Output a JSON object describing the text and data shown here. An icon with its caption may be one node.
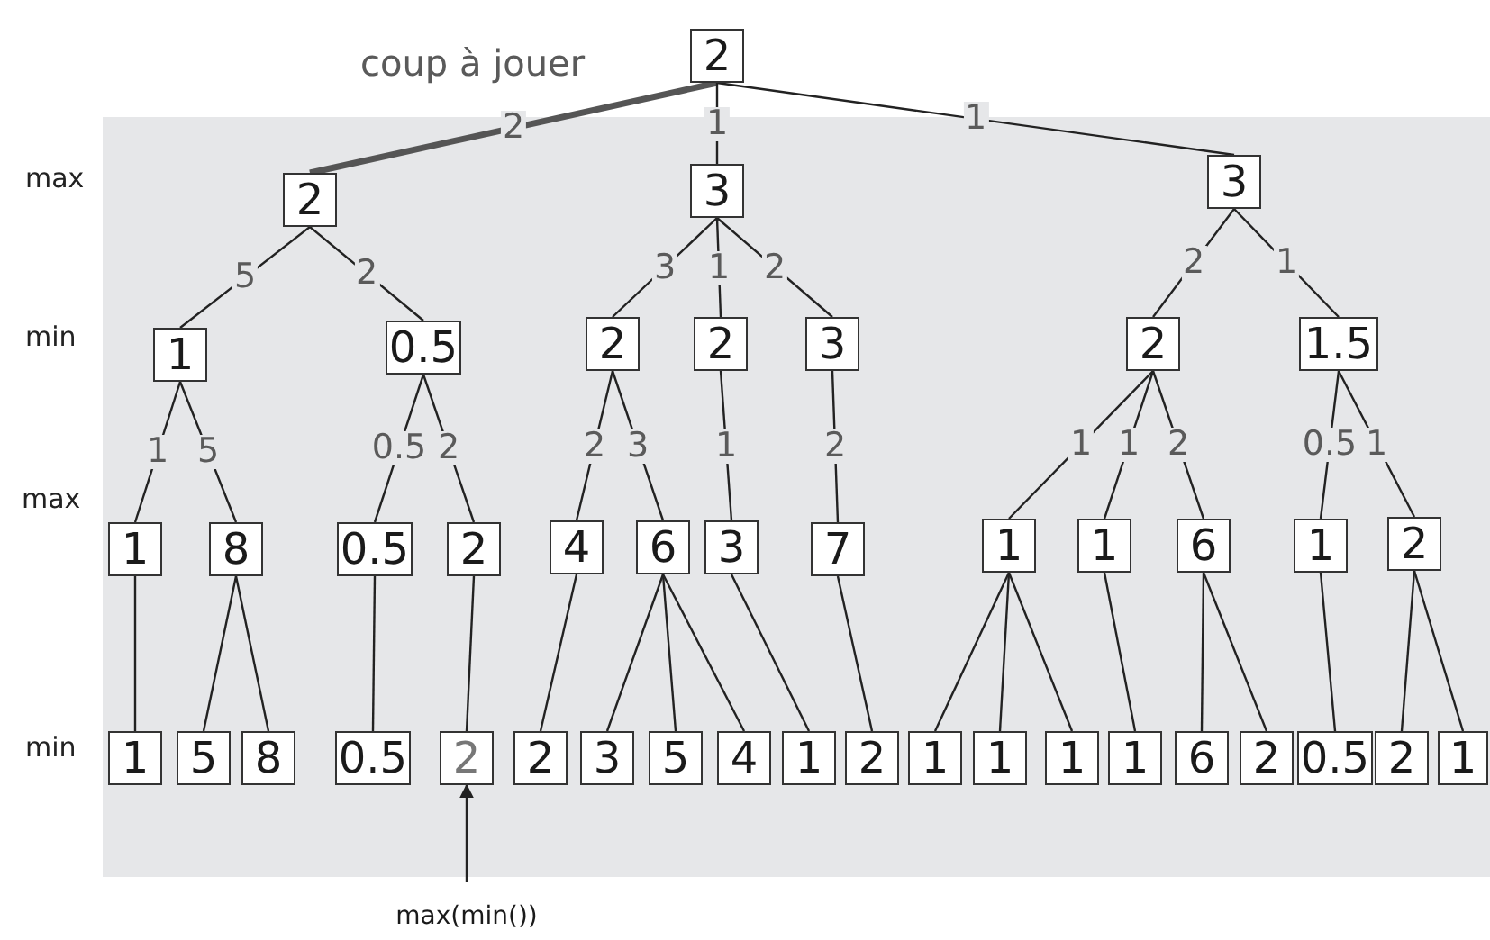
{
  "diagram": {
    "nodes": [
      {
        "text": [
          "2"
        ]
      },
      {
        "text": [
          "2"
        ]
      },
      {
        "text": [
          "3"
        ]
      },
      {
        "text": [
          "3"
        ]
      },
      {
        "text": [
          "1"
        ]
      },
      {
        "text": [
          "0.5"
        ]
      },
      {
        "text": [
          "2"
        ]
      },
      {
        "text": [
          "2"
        ]
      },
      {
        "text": [
          "3"
        ]
      },
      {
        "text": [
          "2"
        ]
      },
      {
        "text": [
          "1.5"
        ]
      },
      {
        "text": [
          "1"
        ]
      },
      {
        "text": [
          "8"
        ]
      },
      {
        "text": [
          "0.5"
        ]
      },
      {
        "text": [
          "2"
        ]
      },
      {
        "text": [
          "4"
        ]
      },
      {
        "text": [
          "6"
        ]
      },
      {
        "text": [
          "3"
        ]
      },
      {
        "text": [
          "7"
        ]
      },
      {
        "text": [
          "1"
        ]
      },
      {
        "text": [
          "1"
        ]
      },
      {
        "text": [
          "6"
        ]
      },
      {
        "text": [
          "1"
        ]
      },
      {
        "text": [
          "2"
        ]
      },
      {
        "text": [
          "1"
        ]
      },
      {
        "text": [
          "5"
        ]
      },
      {
        "text": [
          "8"
        ]
      },
      {
        "text": [
          "0.5"
        ]
      },
      {
        "text": [
          "2"
        ]
      },
      {
        "text": [
          "2"
        ]
      },
      {
        "text": [
          "3"
        ]
      },
      {
        "text": [
          "5"
        ]
      },
      {
        "text": [
          "4"
        ]
      },
      {
        "text": [
          "1"
        ]
      },
      {
        "text": [
          "2"
        ]
      },
      {
        "text": [
          "1"
        ]
      },
      {
        "text": [
          "1"
        ]
      },
      {
        "text": [
          "1"
        ]
      },
      {
        "text": [
          "1"
        ]
      },
      {
        "text": [
          "6"
        ]
      },
      {
        "text": [
          "2"
        ]
      },
      {
        "text": [
          "0.5"
        ]
      },
      {
        "text": [
          "2"
        ]
      },
      {
        "text": [
          "1"
        ]
      },
      {
        "text": [
          "max(min())"
        ]
      }
    ],
    "edges": [
      {
        "from": 0,
        "to": 1,
        "arrow": "none",
        "label": "2",
        "style": "thick",
        "color": "#555555"
      },
      {
        "from": 0,
        "to": 2,
        "arrow": "none",
        "label": "1"
      },
      {
        "from": 0,
        "to": 3,
        "arrow": "none",
        "label": "1"
      },
      {
        "from": 1,
        "to": 4,
        "arrow": "none",
        "label": "5"
      },
      {
        "from": 1,
        "to": 5,
        "arrow": "none",
        "label": "2"
      },
      {
        "from": 2,
        "to": 6,
        "arrow": "none",
        "label": "3"
      },
      {
        "from": 2,
        "to": 7,
        "arrow": "none",
        "label": "1"
      },
      {
        "from": 2,
        "to": 8,
        "arrow": "none",
        "label": "2"
      },
      {
        "from": 3,
        "to": 9,
        "arrow": "none",
        "label": "2"
      },
      {
        "from": 3,
        "to": 10,
        "arrow": "none",
        "label": "1"
      },
      {
        "from": 4,
        "to": 11,
        "arrow": "none",
        "label": "1"
      },
      {
        "from": 4,
        "to": 12,
        "arrow": "none",
        "label": "5"
      },
      {
        "from": 5,
        "to": 13,
        "arrow": "none",
        "label": "0.5"
      },
      {
        "from": 5,
        "to": 14,
        "arrow": "none",
        "label": "2"
      },
      {
        "from": 6,
        "to": 15,
        "arrow": "none",
        "label": "2"
      },
      {
        "from": 6,
        "to": 16,
        "arrow": "none",
        "label": "3"
      },
      {
        "from": 7,
        "to": 17,
        "arrow": "none",
        "label": "1"
      },
      {
        "from": 8,
        "to": 18,
        "arrow": "none",
        "label": "2"
      },
      {
        "from": 9,
        "to": 19,
        "arrow": "none",
        "label": "1"
      },
      {
        "from": 9,
        "to": 20,
        "arrow": "none",
        "label": "1"
      },
      {
        "from": 9,
        "to": 21,
        "arrow": "none",
        "label": "2"
      },
      {
        "from": 10,
        "to": 22,
        "arrow": "none",
        "label": "0.5"
      },
      {
        "from": 10,
        "to": 23,
        "arrow": "none",
        "label": "1"
      },
      {
        "from": 11,
        "to": 24,
        "arrow": "none"
      },
      {
        "from": 12,
        "to": 25,
        "arrow": "none"
      },
      {
        "from": 12,
        "to": 26,
        "arrow": "none"
      },
      {
        "from": 13,
        "to": 27,
        "arrow": "none"
      },
      {
        "from": 14,
        "to": 28,
        "arrow": "none"
      },
      {
        "from": 15,
        "to": 29,
        "arrow": "none"
      },
      {
        "from": 16,
        "to": 30,
        "arrow": "none"
      },
      {
        "from": 16,
        "to": 31,
        "arrow": "none"
      },
      {
        "from": 16,
        "to": 32,
        "arrow": "none"
      },
      {
        "from": 17,
        "to": 33,
        "arrow": "none"
      },
      {
        "from": 18,
        "to": 34,
        "arrow": "none"
      },
      {
        "from": 19,
        "to": 35,
        "arrow": "none"
      },
      {
        "from": 19,
        "to": 36,
        "arrow": "none"
      },
      {
        "from": 19,
        "to": 37,
        "arrow": "none"
      },
      {
        "from": 20,
        "to": 38,
        "arrow": "none"
      },
      {
        "from": 21,
        "to": 39,
        "arrow": "none"
      },
      {
        "from": 21,
        "to": 40,
        "arrow": "none"
      },
      {
        "from": 22,
        "to": 41,
        "arrow": "none"
      },
      {
        "from": 23,
        "to": 42,
        "arrow": "none"
      },
      {
        "from": 23,
        "to": 43,
        "arrow": "none"
      },
      {
        "from": 44,
        "to": 28,
        "arrow": "to"
      }
    ],
    "labels": [
      "coup à jouer",
      "max",
      "min",
      "max",
      "min"
    ]
  }
}
